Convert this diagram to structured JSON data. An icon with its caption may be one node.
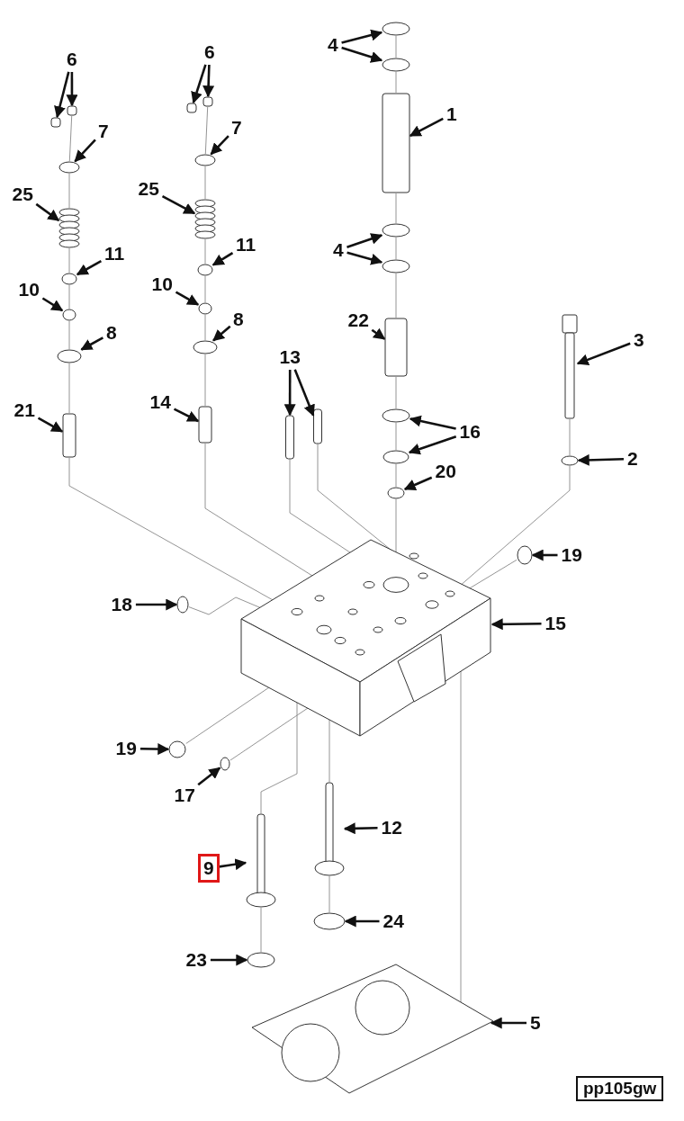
{
  "diagram": {
    "nodes": [
      {
        "text": [
          "6"
        ]
      },
      {
        "text": [
          "6"
        ]
      },
      {
        "text": [
          "4"
        ]
      },
      {
        "text": [
          "1"
        ]
      },
      {
        "text": [
          "7"
        ]
      },
      {
        "text": [
          "7"
        ]
      },
      {
        "text": [
          "25"
        ]
      },
      {
        "text": [
          "25"
        ]
      },
      {
        "text": [
          "11"
        ]
      },
      {
        "text": [
          "11"
        ]
      },
      {
        "text": [
          "4"
        ]
      },
      {
        "text": [
          "10"
        ]
      },
      {
        "text": [
          "10"
        ]
      },
      {
        "text": [
          "8"
        ]
      },
      {
        "text": [
          "8"
        ]
      },
      {
        "text": [
          "22"
        ]
      },
      {
        "text": [
          "3"
        ]
      },
      {
        "text": [
          "13"
        ]
      },
      {
        "text": [
          "21"
        ]
      },
      {
        "text": [
          "14"
        ]
      },
      {
        "text": [
          "16"
        ]
      },
      {
        "text": [
          "2"
        ]
      },
      {
        "text": [
          "20"
        ]
      },
      {
        "text": [
          "19"
        ]
      },
      {
        "text": [
          "18"
        ]
      },
      {
        "text": [
          "15"
        ]
      },
      {
        "text": [
          "19"
        ]
      },
      {
        "text": [
          "17"
        ]
      },
      {
        "text": [
          "12"
        ]
      },
      {
        "text": [
          "9"
        ]
      },
      {
        "text": [
          "24"
        ]
      },
      {
        "text": [
          "23"
        ]
      },
      {
        "text": [
          "5"
        ]
      },
      {
        "text": [],
        "shape": "box"
      },
      {
        "text": [],
        "shape": "box"
      },
      {
        "text": [],
        "shape": "box"
      },
      {
        "text": [],
        "shape": "box"
      },
      {
        "text": [],
        "shape": "ring"
      },
      {
        "text": [],
        "shape": "ring"
      },
      {
        "text": [],
        "shape": "cylinder"
      },
      {
        "text": [],
        "shape": "ring"
      },
      {
        "text": [],
        "shape": "ring"
      },
      {
        "text": [],
        "shape": "spring"
      },
      {
        "text": [],
        "shape": "spring"
      },
      {
        "text": [],
        "shape": "ring"
      },
      {
        "text": [],
        "shape": "ring"
      },
      {
        "text": [],
        "shape": "ring"
      },
      {
        "text": [],
        "shape": "ring"
      },
      {
        "text": [],
        "shape": "ring"
      },
      {
        "text": [],
        "shape": "ring"
      },
      {
        "text": [],
        "shape": "ring"
      },
      {
        "text": [],
        "shape": "ring"
      },
      {
        "text": [],
        "shape": "cylinder"
      },
      {
        "text": [],
        "shape": "bolt"
      },
      {
        "text": [],
        "shape": "cylinder"
      },
      {
        "text": [],
        "shape": "cylinder"
      },
      {
        "text": [],
        "shape": "cylinder"
      },
      {
        "text": [],
        "shape": "cylinder"
      },
      {
        "text": [],
        "shape": "ring"
      },
      {
        "text": [],
        "shape": "ring"
      },
      {
        "text": [],
        "shape": "ring"
      },
      {
        "text": [],
        "shape": "ring"
      },
      {
        "text": [],
        "shape": "ring"
      },
      {
        "text": [],
        "shape": "ring"
      },
      {
        "text": [],
        "shape": "picture"
      },
      {
        "text": [],
        "shape": "ring"
      },
      {
        "text": [],
        "shape": "ring"
      },
      {
        "text": [],
        "shape": "valve"
      },
      {
        "text": [],
        "shape": "valve"
      },
      {
        "text": [],
        "shape": "ring"
      },
      {
        "text": [],
        "shape": "ring"
      },
      {
        "text": [],
        "shape": "picture"
      }
    ],
    "edges": [
      {
        "from": 0,
        "to": 33,
        "arrow": "to"
      },
      {
        "from": 0,
        "to": 34,
        "arrow": "to"
      },
      {
        "from": 1,
        "to": 35,
        "arrow": "to"
      },
      {
        "from": 1,
        "to": 36,
        "arrow": "to"
      },
      {
        "from": 2,
        "to": 37,
        "arrow": "to"
      },
      {
        "from": 2,
        "to": 38,
        "arrow": "to"
      },
      {
        "from": 3,
        "to": 39,
        "arrow": "to"
      },
      {
        "from": 4,
        "to": 40,
        "arrow": "to"
      },
      {
        "from": 5,
        "to": 41,
        "arrow": "to"
      },
      {
        "from": 6,
        "to": 42,
        "arrow": "to"
      },
      {
        "from": 7,
        "to": 43,
        "arrow": "to"
      },
      {
        "from": 8,
        "to": 44,
        "arrow": "to"
      },
      {
        "from": 9,
        "to": 45,
        "arrow": "to"
      },
      {
        "from": 10,
        "to": 46,
        "arrow": "to"
      },
      {
        "from": 10,
        "to": 47,
        "arrow": "to"
      },
      {
        "from": 11,
        "to": 48,
        "arrow": "to"
      },
      {
        "from": 12,
        "to": 49,
        "arrow": "to"
      },
      {
        "from": 13,
        "to": 50,
        "arrow": "to"
      },
      {
        "from": 14,
        "to": 51,
        "arrow": "to"
      },
      {
        "from": 15,
        "to": 52,
        "arrow": "to"
      },
      {
        "from": 16,
        "to": 53,
        "arrow": "to"
      },
      {
        "from": 17,
        "to": 54,
        "arrow": "to"
      },
      {
        "from": 17,
        "to": 55,
        "arrow": "to"
      },
      {
        "from": 18,
        "to": 56,
        "arrow": "to"
      },
      {
        "from": 19,
        "to": 57,
        "arrow": "to"
      },
      {
        "from": 20,
        "to": 58,
        "arrow": "to"
      },
      {
        "from": 20,
        "to": 59,
        "arrow": "to"
      },
      {
        "from": 21,
        "to": 60,
        "arrow": "to"
      },
      {
        "from": 22,
        "to": 61,
        "arrow": "to"
      },
      {
        "from": 23,
        "to": 62,
        "arrow": "to"
      },
      {
        "from": 24,
        "to": 63,
        "arrow": "to"
      },
      {
        "from": 25,
        "to": 64,
        "arrow": "to"
      },
      {
        "from": 26,
        "to": 65,
        "arrow": "to"
      },
      {
        "from": 27,
        "to": 66,
        "arrow": "to"
      },
      {
        "from": 28,
        "to": 68,
        "arrow": "to"
      },
      {
        "from": 29,
        "to": 67,
        "arrow": "to"
      },
      {
        "from": 30,
        "to": 69,
        "arrow": "to"
      },
      {
        "from": 31,
        "to": 70,
        "arrow": "to"
      },
      {
        "from": 32,
        "to": 71,
        "arrow": "to"
      },
      {
        "from": 34,
        "to": 40,
        "arrow": "none",
        "color": "#888888"
      },
      {
        "from": 40,
        "to": 42,
        "arrow": "none",
        "color": "#888888"
      },
      {
        "from": 42,
        "to": 44,
        "arrow": "none",
        "color": "#888888"
      },
      {
        "from": 44,
        "to": 48,
        "arrow": "none",
        "color": "#888888"
      },
      {
        "from": 48,
        "to": 50,
        "arrow": "none",
        "color": "#888888"
      },
      {
        "from": 50,
        "to": 56,
        "arrow": "none",
        "color": "#888888"
      },
      {
        "from": 56,
        "to": 64,
        "arrow": "none",
        "color": "#888888"
      },
      {
        "from": 36,
        "to": 41,
        "arrow": "none",
        "color": "#888888"
      },
      {
        "from": 41,
        "to": 43,
        "arrow": "none",
        "color": "#888888"
      },
      {
        "from": 43,
        "to": 45,
        "arrow": "none",
        "color": "#888888"
      },
      {
        "from": 45,
        "to": 49,
        "arrow": "none",
        "color": "#888888"
      },
      {
        "from": 49,
        "to": 51,
        "arrow": "none",
        "color": "#888888"
      },
      {
        "from": 51,
        "to": 57,
        "arrow": "none",
        "color": "#888888"
      },
      {
        "from": 57,
        "to": 64,
        "arrow": "none",
        "color": "#888888"
      },
      {
        "from": 54,
        "to": 64,
        "arrow": "none",
        "color": "#888888"
      },
      {
        "from": 55,
        "to": 64,
        "arrow": "none",
        "color": "#888888"
      },
      {
        "from": 37,
        "to": 38,
        "arrow": "none",
        "color": "#888888"
      },
      {
        "from": 38,
        "to": 39,
        "arrow": "none",
        "color": "#888888"
      },
      {
        "from": 39,
        "to": 46,
        "arrow": "none",
        "color": "#888888"
      },
      {
        "from": 46,
        "to": 47,
        "arrow": "none",
        "color": "#888888"
      },
      {
        "from": 47,
        "to": 52,
        "arrow": "none",
        "color": "#888888"
      },
      {
        "from": 52,
        "to": 58,
        "arrow": "none",
        "color": "#888888"
      },
      {
        "from": 58,
        "to": 59,
        "arrow": "none",
        "color": "#888888"
      },
      {
        "from": 59,
        "to": 61,
        "arrow": "none",
        "color": "#888888"
      },
      {
        "from": 61,
        "to": 64,
        "arrow": "none",
        "color": "#888888"
      },
      {
        "from": 53,
        "to": 60,
        "arrow": "none",
        "color": "#888888"
      },
      {
        "from": 60,
        "to": 64,
        "arrow": "none",
        "color": "#888888"
      },
      {
        "from": 62,
        "to": 64,
        "arrow": "none",
        "color": "#888888"
      },
      {
        "from": 63,
        "to": 64,
        "arrow": "none",
        "color": "#888888"
      },
      {
        "from": 65,
        "to": 64,
        "arrow": "none",
        "color": "#888888"
      },
      {
        "from": 66,
        "to": 64,
        "arrow": "none",
        "color": "#888888"
      },
      {
        "from": 64,
        "to": 67,
        "arrow": "none",
        "color": "#888888"
      },
      {
        "from": 64,
        "to": 68,
        "arrow": "none",
        "color": "#888888"
      },
      {
        "from": 68,
        "to": 69,
        "arrow": "none",
        "color": "#888888"
      },
      {
        "from": 67,
        "to": 70,
        "arrow": "none",
        "color": "#888888"
      },
      {
        "from": 64,
        "to": 71,
        "arrow": "none",
        "color": "#888888"
      }
    ],
    "labels": [
      "pp105gw"
    ]
  }
}
